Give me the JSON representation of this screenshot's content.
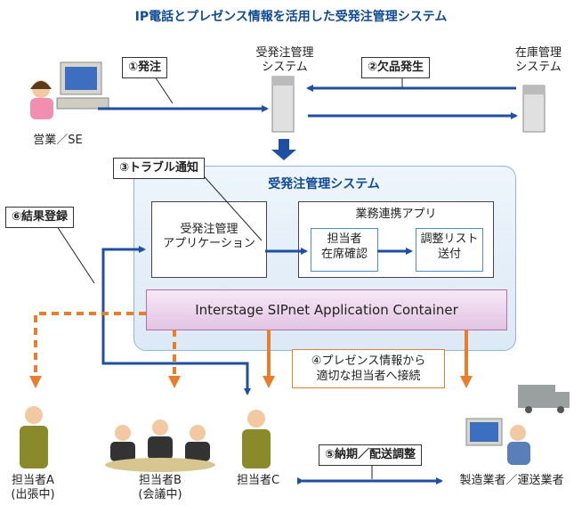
{
  "title": "IP電話とプレゼンス情報を活用した受発注管理システム",
  "actors": {
    "sales": "営業／SE",
    "order_server": [
      "受発注管理",
      "システム"
    ],
    "stock_server": [
      "在庫管理",
      "システム"
    ],
    "person_a": [
      "担当者A",
      "(出張中)"
    ],
    "person_b": [
      "担当者B",
      "(会議中)"
    ],
    "person_c": "担当者C",
    "maker": "製造業者／運送業者"
  },
  "steps": {
    "s1": "①発注",
    "s2": "②欠品発生",
    "s3": "③トラブル通知",
    "s4": [
      "④プレゼンス情報から",
      "適切な担当者へ接続"
    ],
    "s5": "⑤納期／配送調整",
    "s6": "⑥結果登録"
  },
  "system": {
    "title": "受発注管理システム",
    "app": [
      "受発注管理",
      "アプリケーション"
    ],
    "business_app": "業務連携アプリ",
    "check": [
      "担当者",
      "在席確認"
    ],
    "send": [
      "調整リスト",
      "送付"
    ],
    "container": "Interstage SIPnet  Application Container"
  },
  "colors": {
    "arrow_blue": "#1f4fa3",
    "arrow_orange": "#e87d2b",
    "title_blue": "#0f4a93"
  }
}
